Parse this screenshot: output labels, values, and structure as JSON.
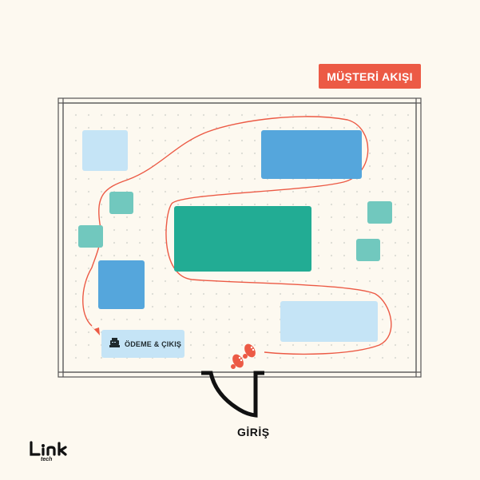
{
  "header": {
    "title": "MÜŞTERİ AKIŞI"
  },
  "checkout": {
    "label": "ÖDEME & ÇIKIŞ",
    "icon": "cash-register-icon"
  },
  "entry": {
    "label": "GİRİŞ",
    "icon": "footprints-icon"
  },
  "logo": {
    "text": "Link tech"
  },
  "colors": {
    "accent": "#ec5a45",
    "light_blue": "#c5e4f6",
    "blue": "#55a6dc",
    "teal": "#22ac94",
    "mint": "#71c8be",
    "background": "#fdf9f0"
  }
}
